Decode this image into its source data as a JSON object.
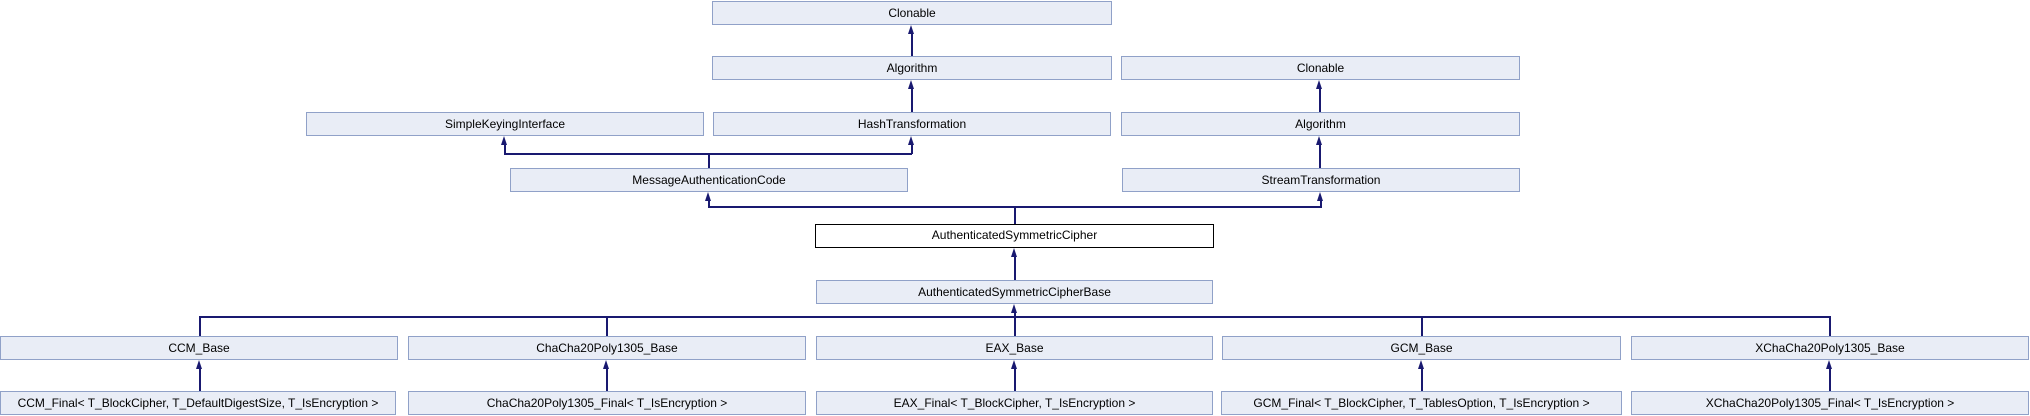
{
  "diagram": {
    "type": "class-inheritance-graph",
    "nodes": {
      "clonable_top": {
        "label": "Clonable"
      },
      "algorithm_left": {
        "label": "Algorithm"
      },
      "clonable_right": {
        "label": "Clonable"
      },
      "simple_keying_interface": {
        "label": "SimpleKeyingInterface"
      },
      "hash_transformation": {
        "label": "HashTransformation"
      },
      "algorithm_right": {
        "label": "Algorithm"
      },
      "message_authentication_code": {
        "label": "MessageAuthenticationCode"
      },
      "stream_transformation": {
        "label": "StreamTransformation"
      },
      "authenticated_symmetric_cipher": {
        "label": "AuthenticatedSymmetricCipher",
        "focus": true
      },
      "authenticated_symmetric_cipher_base": {
        "label": "AuthenticatedSymmetricCipherBase"
      },
      "ccm_base": {
        "label": "CCM_Base"
      },
      "chacha20poly1305_base": {
        "label": "ChaCha20Poly1305_Base"
      },
      "eax_base": {
        "label": "EAX_Base"
      },
      "gcm_base": {
        "label": "GCM_Base"
      },
      "xchacha20poly1305_base": {
        "label": "XChaCha20Poly1305_Base"
      },
      "ccm_final": {
        "label": "CCM_Final< T_BlockCipher, T_DefaultDigestSize, T_IsEncryption >"
      },
      "chacha20poly1305_final": {
        "label": "ChaCha20Poly1305_Final< T_IsEncryption >"
      },
      "eax_final": {
        "label": "EAX_Final< T_BlockCipher, T_IsEncryption >"
      },
      "gcm_final": {
        "label": "GCM_Final< T_BlockCipher, T_TablesOption, T_IsEncryption >"
      },
      "xchacha20poly1305_final": {
        "label": "XChaCha20Poly1305_Final< T_IsEncryption >"
      }
    },
    "edges": [
      {
        "derived": "algorithm_left",
        "base": "clonable_top"
      },
      {
        "derived": "hash_transformation",
        "base": "algorithm_left"
      },
      {
        "derived": "algorithm_right",
        "base": "clonable_right"
      },
      {
        "derived": "stream_transformation",
        "base": "algorithm_right"
      },
      {
        "derived": "message_authentication_code",
        "base": "simple_keying_interface"
      },
      {
        "derived": "message_authentication_code",
        "base": "hash_transformation"
      },
      {
        "derived": "authenticated_symmetric_cipher",
        "base": "message_authentication_code"
      },
      {
        "derived": "authenticated_symmetric_cipher",
        "base": "stream_transformation"
      },
      {
        "derived": "authenticated_symmetric_cipher_base",
        "base": "authenticated_symmetric_cipher"
      },
      {
        "derived": "ccm_base",
        "base": "authenticated_symmetric_cipher_base"
      },
      {
        "derived": "chacha20poly1305_base",
        "base": "authenticated_symmetric_cipher_base"
      },
      {
        "derived": "eax_base",
        "base": "authenticated_symmetric_cipher_base"
      },
      {
        "derived": "gcm_base",
        "base": "authenticated_symmetric_cipher_base"
      },
      {
        "derived": "xchacha20poly1305_base",
        "base": "authenticated_symmetric_cipher_base"
      },
      {
        "derived": "ccm_final",
        "base": "ccm_base"
      },
      {
        "derived": "chacha20poly1305_final",
        "base": "chacha20poly1305_base"
      },
      {
        "derived": "eax_final",
        "base": "eax_base"
      },
      {
        "derived": "gcm_final",
        "base": "gcm_base"
      },
      {
        "derived": "xchacha20poly1305_final",
        "base": "xchacha20poly1305_base"
      }
    ],
    "colors": {
      "background": "#ffffff",
      "node_fill": "#e9edf6",
      "node_border": "#90a1c8",
      "focus_fill": "#ffffff",
      "focus_border": "#000000",
      "edge": "#191970",
      "text": "#000000"
    }
  }
}
